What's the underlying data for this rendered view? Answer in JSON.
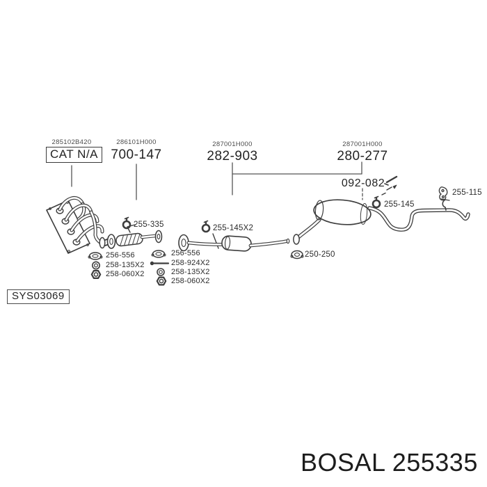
{
  "diagram": {
    "groups": [
      {
        "oem_ref": "285102B420",
        "code": "CAT N/A"
      },
      {
        "oem_ref": "286101H000",
        "code": "700-147"
      },
      {
        "oem_ref": "287001H000",
        "code": "282-903"
      },
      {
        "oem_ref": "287001H000",
        "code": "280-277"
      }
    ],
    "kit_code": "092-082",
    "callouts": {
      "clamp_flex": "255-335",
      "clamp_center": "255-145X2",
      "clamp_rear": "255-145",
      "hanger_rear": "255-115",
      "gasket_rear": "250-250"
    },
    "hardware_front": {
      "rows": [
        {
          "icon": "gasket-icon",
          "code": "256-556"
        },
        {
          "icon": "washer-icon",
          "code": "258-135X2"
        },
        {
          "icon": "nut-icon",
          "code": "258-060X2"
        }
      ]
    },
    "hardware_center": {
      "rows": [
        {
          "icon": "gasket-icon",
          "code": "256-556"
        },
        {
          "icon": "bolt-icon",
          "code": "258-924X2"
        },
        {
          "icon": "washer-icon",
          "code": "258-135X2"
        },
        {
          "icon": "nut-icon",
          "code": "258-060X2"
        }
      ]
    },
    "system_code": "SYS03069"
  },
  "footer": {
    "title": "BOSAL 255335"
  },
  "colors": {
    "line": "#3d3d3d",
    "text": "#242424"
  }
}
